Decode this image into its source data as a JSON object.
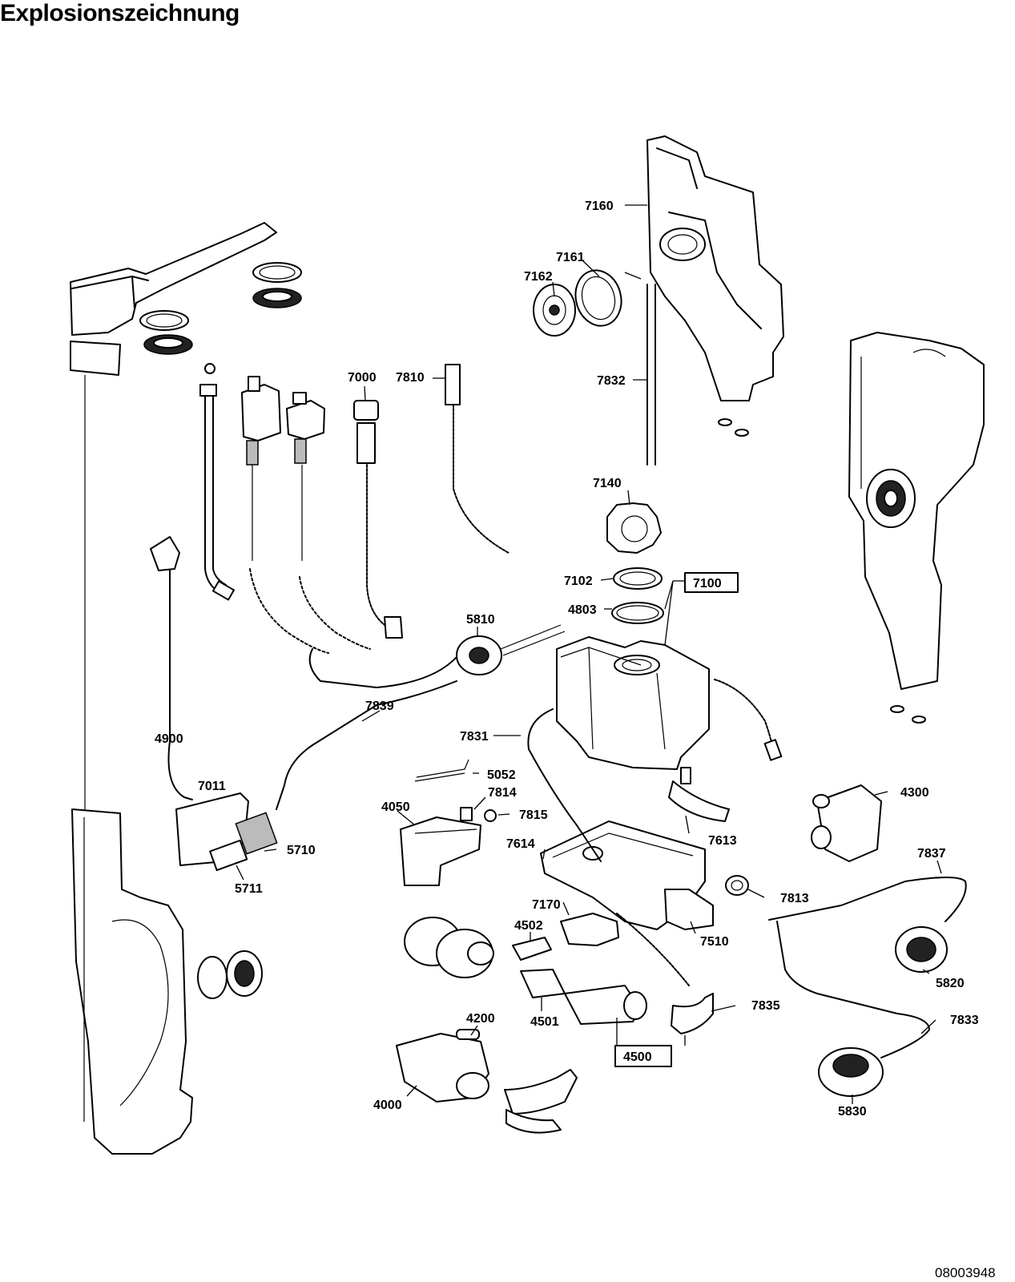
{
  "title": "Explosionszeichnung",
  "document_number": "08003948",
  "part_labels": {
    "p7160": "7160",
    "p7161": "7161",
    "p7162": "7162",
    "p7832": "7832",
    "p7000": "7000",
    "p7810": "7810",
    "p7140": "7140",
    "p7102": "7102",
    "p7100": "7100",
    "p4803": "4803",
    "p5810": "5810",
    "p7839": "7839",
    "p4900": "4900",
    "p7831": "7831",
    "p5052": "5052",
    "p7011": "7011",
    "p4050": "4050",
    "p7814": "7814",
    "p7815": "7815",
    "p7613": "7613",
    "p4300": "4300",
    "p5710": "5710",
    "p7614": "7614",
    "p5711": "5711",
    "p7837": "7837",
    "p7813": "7813",
    "p7170": "7170",
    "p4502": "4502",
    "p7510": "7510",
    "p5820": "5820",
    "p7835": "7835",
    "p4501": "4501",
    "p4200": "4200",
    "p7833": "7833",
    "p4500": "4500",
    "p4000": "4000",
    "p5830": "5830"
  }
}
